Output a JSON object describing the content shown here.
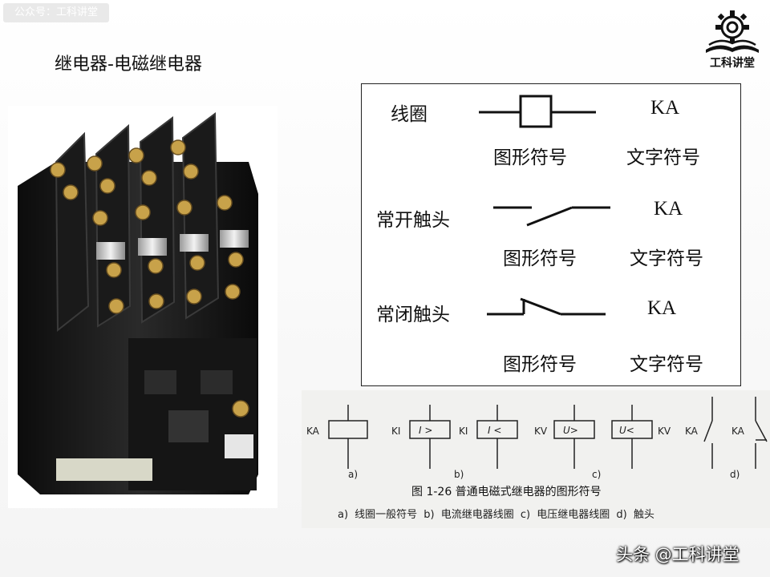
{
  "watermark": "公众号：工科讲堂",
  "title": "继电器-电磁继电器",
  "logo": {
    "icon": "gear-book-icon",
    "text": "工科讲堂"
  },
  "photo": {
    "alt_icon": "relay-photo"
  },
  "symbols": {
    "rows": [
      {
        "name": "线圈",
        "graphic_label": "图形符号",
        "text_symbol": "KA",
        "text_label": "文字符号",
        "symbol": "coil"
      },
      {
        "name": "常开触头",
        "graphic_label": "图形符号",
        "text_symbol": "KA",
        "text_label": "文字符号",
        "symbol": "normally-open"
      },
      {
        "name": "常闭触头",
        "graphic_label": "图形符号",
        "text_symbol": "KA",
        "text_label": "文字符号",
        "symbol": "normally-closed"
      }
    ]
  },
  "book_figure": {
    "symbols": [
      {
        "left": "KA",
        "inner": "",
        "right": ""
      },
      {
        "left": "KI",
        "inner": "I >",
        "right": ""
      },
      {
        "left": "KI",
        "inner": "I <",
        "right": ""
      },
      {
        "left": "KV",
        "inner": "U>",
        "right": ""
      },
      {
        "left": "",
        "inner": "U<",
        "right": "KV"
      }
    ],
    "contacts": [
      "KA",
      "KA"
    ],
    "sublabels": [
      "a)",
      "b)",
      "c)",
      "d)"
    ],
    "caption": "图 1-26  普通电磁式继电器的图形符号",
    "legend": "a) 线圈一般符号  b) 电流继电器线圈  c) 电压继电器线圈  d) 触头"
  },
  "credit": "头条 @工科讲堂"
}
